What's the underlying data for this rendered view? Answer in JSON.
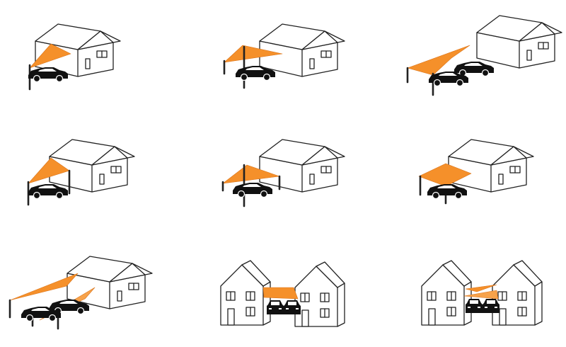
{
  "colors": {
    "sail": "#f5902a",
    "sail_alt": "#f7a24a",
    "outline": "#222222",
    "car": "#111111",
    "background": "#ffffff"
  },
  "panels": [
    {
      "name": "panel-1",
      "scene": "single-house",
      "cars": 1,
      "sail_shape": "triangle",
      "posts": 1
    },
    {
      "name": "panel-2",
      "scene": "single-house",
      "cars": 1,
      "sail_shape": "triangle",
      "posts": 2
    },
    {
      "name": "panel-3",
      "scene": "single-house",
      "cars": 2,
      "sail_shape": "rectangle",
      "posts": 2
    },
    {
      "name": "panel-4",
      "scene": "single-house",
      "cars": 1,
      "sail_shape": "triangle",
      "posts": 2
    },
    {
      "name": "panel-5",
      "scene": "single-house",
      "cars": 1,
      "sail_shape": "triangle",
      "posts": 3
    },
    {
      "name": "panel-6",
      "scene": "single-house",
      "cars": 1,
      "sail_shape": "square",
      "posts": 2
    },
    {
      "name": "panel-7",
      "scene": "single-house",
      "cars": 2,
      "sail_shape": "double-triangle",
      "posts": 3
    },
    {
      "name": "panel-8",
      "scene": "two-houses",
      "cars": 2,
      "sail_shape": "rectangle",
      "posts": 0
    },
    {
      "name": "panel-9",
      "scene": "two-houses",
      "cars": 2,
      "sail_shape": "double-triangle",
      "posts": 0
    }
  ]
}
